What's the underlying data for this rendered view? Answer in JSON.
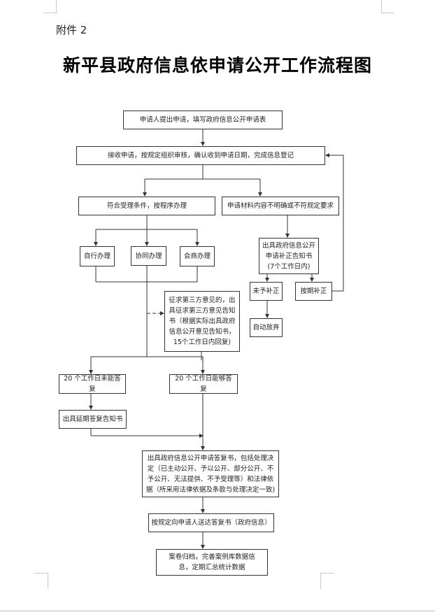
{
  "header": {
    "attachment_label": "附件 2",
    "title": "新平县政府信息依申请公开工作流程图"
  },
  "flowchart": {
    "nodes": {
      "submit": "申请人提出申请，填写政府信息公开申请表",
      "receive": "接收申请，按规定组织审核，确认收到申请日期，完成信息登记",
      "accept": "符合受理条件，按程序办理",
      "unclear": "申请材料内容不明确或不符规定要求",
      "self_handle": "自行办理",
      "coop_handle": "协同办理",
      "consult_handle": "会商办理",
      "correction_notice": "出具政府信息公开申请补正告知书(7个工作日内)",
      "not_corrected": "未予补正",
      "corrected_on_time": "按期补正",
      "auto_abandon": "自动放弃",
      "third_party": "征求第三方意见的，出具征求第三方意见告知书（根据实际出具政府信息公开意见告知书，15个工作日内回复)",
      "cannot_reply_20": "20 个工作日未能答复",
      "can_reply_20": "20 个工作日能够答复",
      "extension_notice": "出具延期答复告知书",
      "reply_letter": "出具政府信息公开申请答复书，包括处理决定（已主动公开、予以公开、部分公开、不予公开、无法提供、不予受理等）和法律依据（所采用法律依据及条款与处理决定一致)",
      "deliver": "按规定向申请人送达答复书（政府信息）",
      "archive": "案卷归档，完善案例库数据信息，定期汇总统计数据"
    }
  },
  "colors": {
    "line": "#333333",
    "box_border": "#333333",
    "background": "#ffffff"
  }
}
